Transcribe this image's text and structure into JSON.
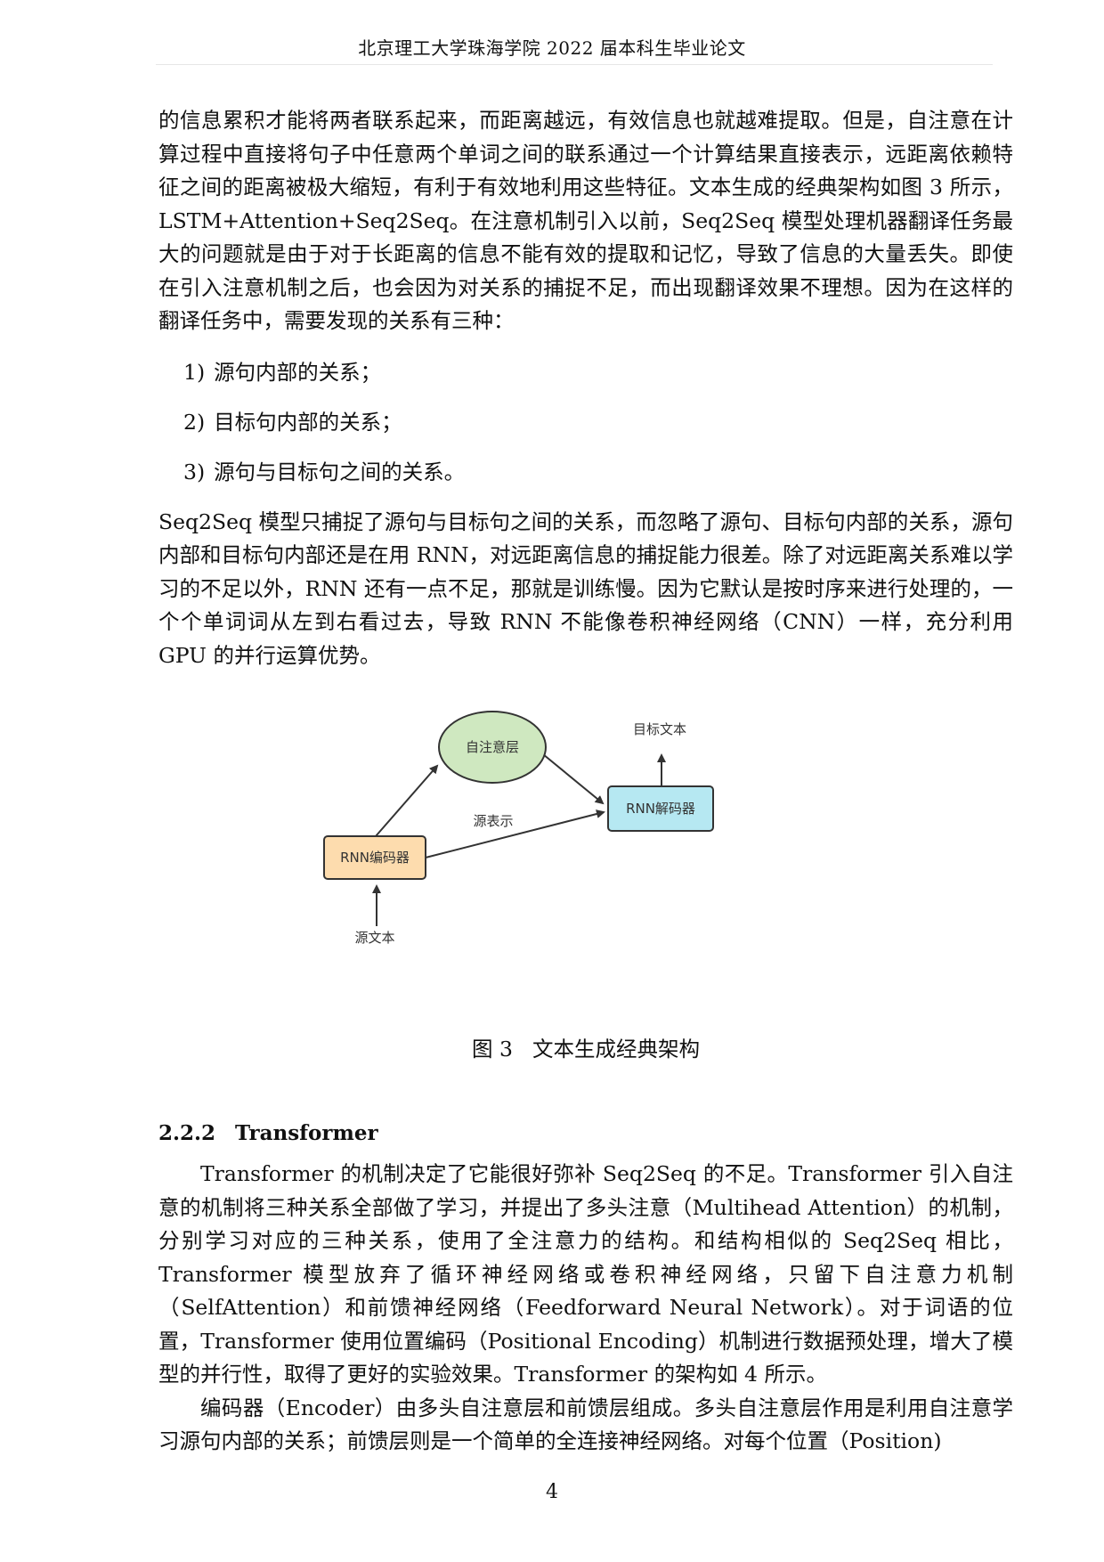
{
  "header": {
    "title": "北京理工大学珠海学院 2022 届本科生毕业论文"
  },
  "paragraphs": {
    "p1": "的信息累积才能将两者联系起来，而距离越远，有效信息也就越难提取。但是，自注意在计算过程中直接将句子中任意两个单词之间的联系通过一个计算结果直接表示，远距离依赖特征之间的距离被极大缩短，有利于有效地利用这些特征。文本生成的经典架构如图 3 所示，LSTM+Attention+Seq2Seq。在注意机制引入以前，Seq2Seq 模型处理机器翻译任务最大的问题就是由于对于长距离的信息不能有效的提取和记忆，导致了信息的大量丢失。即使在引入注意机制之后，也会因为对关系的捕捉不足，而出现翻译效果不理想。因为在这样的翻译任务中，需要发现的关系有三种：",
    "p2": "Seq2Seq 模型只捕捉了源句与目标句之间的关系，而忽略了源句、目标句内部的关系，源句内部和目标句内部还是在用 RNN，对远距离信息的捕捉能力很差。除了对远距离关系难以学习的不足以外，RNN 还有一点不足，那就是训练慢。因为它默认是按时序来进行处理的，一个个单词词从左到右看过去，导致 RNN 不能像卷积神经网络（CNN）一样，充分利用 GPU 的并行运算优势。",
    "p3": "Transformer 的机制决定了它能很好弥补 Seq2Seq 的不足。Transformer 引入自注意的机制将三种关系全部做了学习，并提出了多头注意（Multihead Attention）的机制，分别学习对应的三种关系，使用了全注意力的结构。和结构相似的 Seq2Seq 相比，Transformer 模型放弃了循环神经网络或卷积神经网络，只留下自注意力机制（SelfAttention）和前馈神经网络（Feedforward Neural Network）。对于词语的位置，Transformer 使用位置编码（Positional Encoding）机制进行数据预处理，增大了模型的并行性，取得了更好的实验效果。Transformer 的架构如 4 所示。",
    "p4": "编码器（Encoder）由多头自注意层和前馈层组成。多头自注意层作用是利用自注意学习源句内部的关系；前馈层则是一个简单的全连接神经网络。对每个位置（Position)"
  },
  "list": [
    {
      "num": "1)",
      "text": "源句内部的关系；"
    },
    {
      "num": "2)",
      "text": "目标句内部的关系；"
    },
    {
      "num": "3)",
      "text": "源句与目标句之间的关系。"
    }
  ],
  "figure": {
    "nodes": {
      "attention": "自注意层",
      "encoder": "RNN编码器",
      "decoder": "RNN解码器"
    },
    "labels": {
      "target_text": "目标文本",
      "source_repr": "源表示",
      "source_text": "源文本"
    },
    "colors": {
      "attention_fill": "#cfe8c0",
      "encoder_fill": "#fddcae",
      "decoder_fill": "#b6e8f2",
      "stroke": "#333333"
    },
    "caption_num": "图 3",
    "caption_text": "文本生成经典架构"
  },
  "section": {
    "number": "2.2.2",
    "title": "Transformer"
  },
  "footer": {
    "page_number": "4"
  }
}
